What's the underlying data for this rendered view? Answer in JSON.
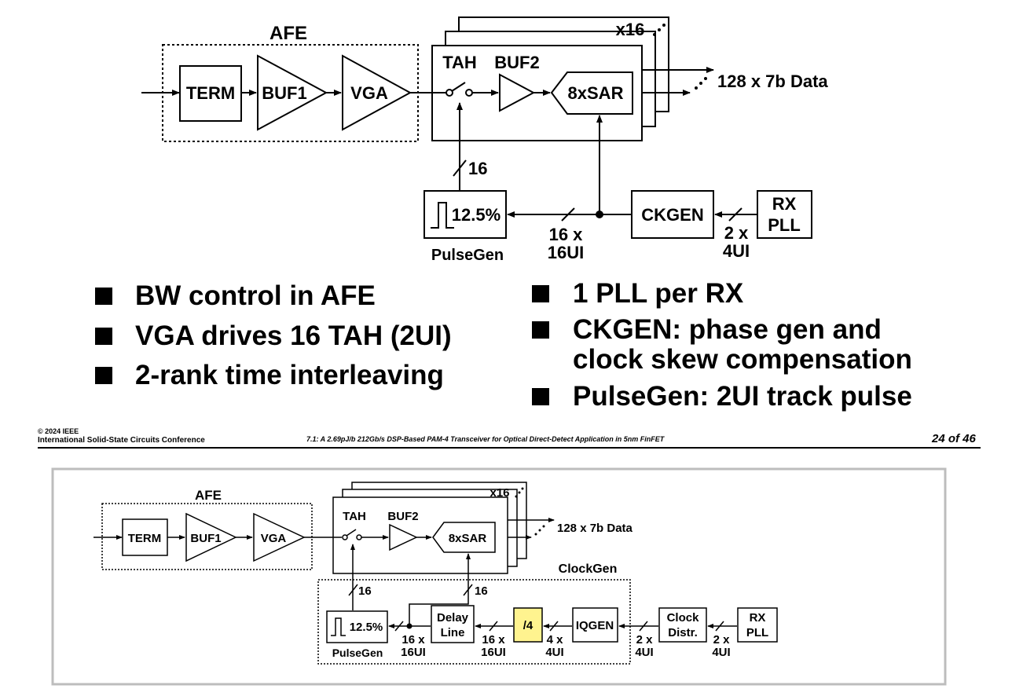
{
  "diagram1": {
    "afe_label": "AFE",
    "term": "TERM",
    "buf1": "BUF1",
    "vga": "VGA",
    "tah": "TAH",
    "buf2": "BUF2",
    "sar": "8xSAR",
    "x16": "x16",
    "data_out": "128 x 7b Data",
    "bus16": "16",
    "pulse_pct": "12.5%",
    "pulsegen": "PulseGen",
    "ckgen": "CKGEN",
    "bus_16x": "16 x",
    "bus_16ui": "16UI",
    "bus_2x": "2 x",
    "bus_4ui": "4UI",
    "rx": "RX",
    "pll": "PLL"
  },
  "bullets_left": [
    "BW control in AFE",
    "VGA drives 16 TAH (2UI)",
    "2-rank time interleaving"
  ],
  "bullets_right": [
    "1 PLL per RX",
    "CKGEN: phase gen and",
    "clock skew compensation",
    "PulseGen: 2UI track pulse"
  ],
  "footer": {
    "copyright": "© 2024 IEEE",
    "conference": "International Solid-State Circuits Conference",
    "paper": "7.1: A 2.69pJ/b 212Gb/s DSP-Based PAM-4 Transceiver for Optical Direct-Detect Application in 5nm FinFET",
    "page": "24 of 46"
  },
  "diagram2": {
    "afe_label": "AFE",
    "term": "TERM",
    "buf1": "BUF1",
    "vga": "VGA",
    "tah": "TAH",
    "buf2": "BUF2",
    "sar": "8xSAR",
    "x16": "x16",
    "data_out": "128 x 7b Data",
    "clockgen_label": "ClockGen",
    "bus16_a": "16",
    "bus16_b": "16",
    "pulse_pct": "12.5%",
    "pulsegen": "PulseGen",
    "b1_top": "16 x",
    "b1_bot": "16UI",
    "delay_top": "Delay",
    "delay_bot": "Line",
    "b2_top": "16 x",
    "b2_bot": "16UI",
    "div4": "/4",
    "b3_top": "4 x",
    "b3_bot": "4UI",
    "iqgen": "IQGEN",
    "b4_top": "2 x",
    "b4_bot": "4UI",
    "clock_top": "Clock",
    "clock_bot": "Distr.",
    "b5_top": "2 x",
    "b5_bot": "4UI",
    "rx": "RX",
    "pll": "PLL",
    "div_fill": "#fff38f"
  }
}
